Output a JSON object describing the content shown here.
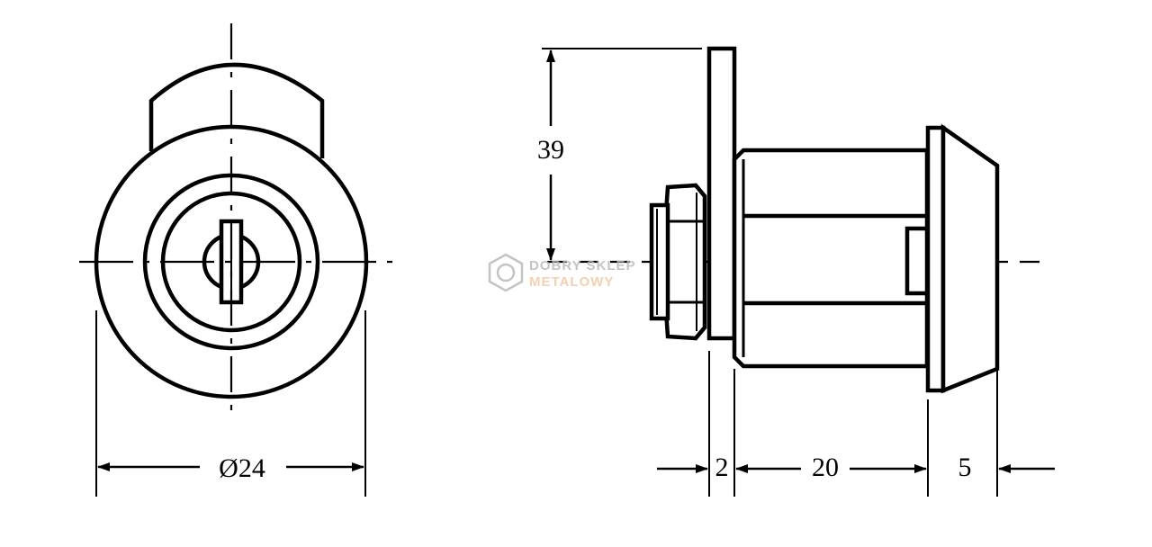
{
  "dimensions": {
    "diameter": "Ø24",
    "height": "39",
    "flange": "2",
    "body_length": "20",
    "cap": "5"
  },
  "watermark": {
    "line1": "DOBRY SKLEP",
    "line2": "METALOWY"
  },
  "colors": {
    "line": "#000000",
    "watermark_gray": "#b9b9b9",
    "watermark_orange": "#f2c9a0"
  }
}
